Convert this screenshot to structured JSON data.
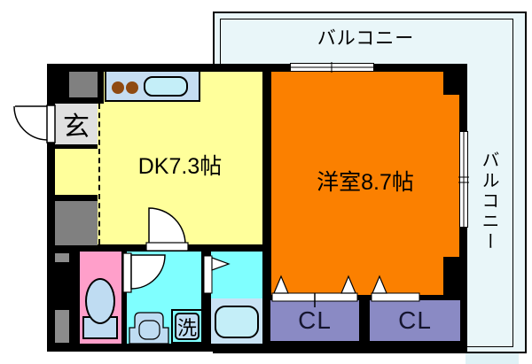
{
  "floorplan": {
    "balcony": {
      "top_label": "バルコニー",
      "right_label": "バルコニー"
    },
    "rooms": {
      "dk": {
        "label": "DK7.3帖",
        "color": "#FFFF9B"
      },
      "western": {
        "label": "洋室8.7帖",
        "color": "#FB8000"
      },
      "entrance": {
        "label": "玄",
        "color": "#E0E0E0"
      },
      "closet1": {
        "label": "CL",
        "color": "#8A8AC4"
      },
      "closet2": {
        "label": "CL",
        "color": "#8A8AC4"
      },
      "toilet": {
        "color": "#FF9FCA"
      },
      "washroom": {
        "color": "#7FFFFF"
      },
      "bathroom": {
        "color": "#7FFFFF"
      }
    },
    "fixtures": {
      "washing_machine_label": "洗"
    },
    "colors": {
      "wall": "#000000",
      "balcony_fill": "#E9F6F9",
      "fixture_fill": "#BFDCF2",
      "sink_fill": "#C4EEF8",
      "counter_fill": "#C5DDF2",
      "gray_box": "#808080",
      "burner": "#8F4A12"
    }
  }
}
